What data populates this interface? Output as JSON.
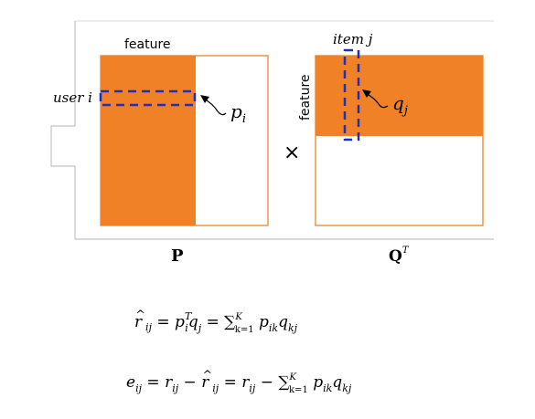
{
  "diagram": {
    "matrix_p": {
      "top_label": "feature",
      "row_label": "user i",
      "vector_label": "p",
      "vector_sub": "i",
      "name": "P"
    },
    "operator": "×",
    "matrix_q": {
      "top_label": "item j",
      "side_label": "feature",
      "vector_label": "q",
      "vector_sub": "j",
      "name": "Q",
      "name_sup": "T"
    },
    "colors": {
      "fill": "#F08127",
      "border": "#E8964A",
      "highlight": "#1F2FB8",
      "frame": "#B5B5B5"
    }
  },
  "equations": {
    "prediction": "r̂ij = piTqj = ∑Kk=1 pik qkj",
    "error": "eij = rij − r̂ij = rij − ∑Kk=1 pik qkj"
  }
}
